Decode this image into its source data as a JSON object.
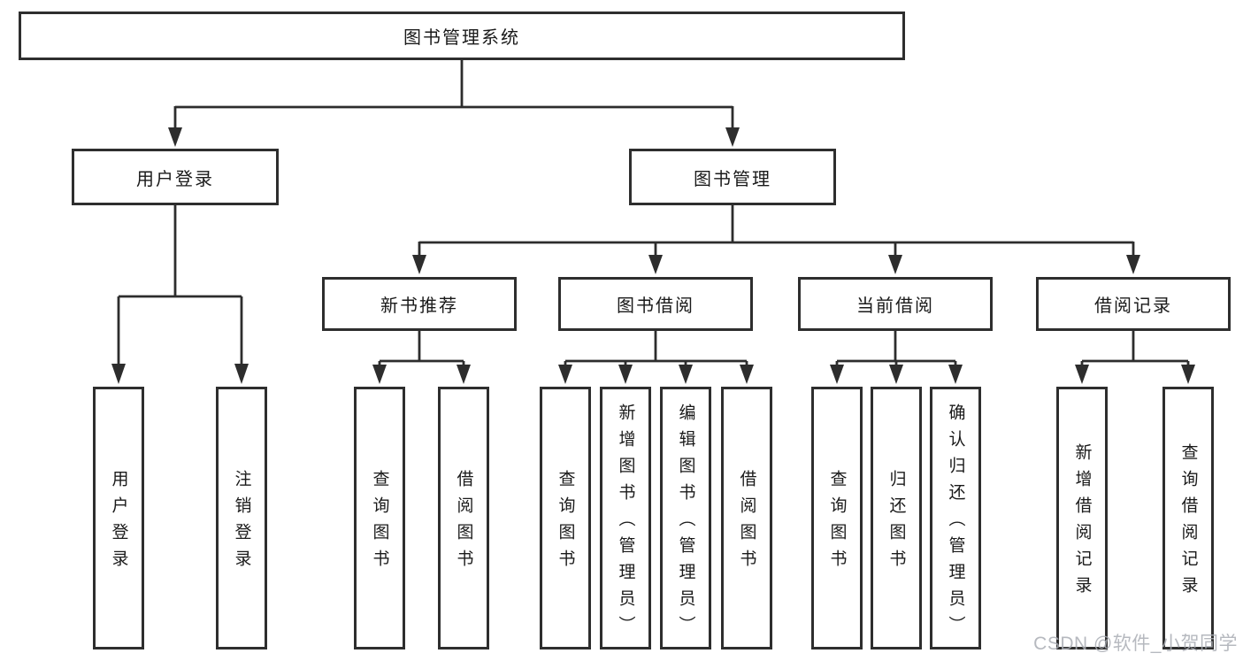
{
  "colors": {
    "line": "#2d2d2d",
    "box_border": "#2e2e2e",
    "text": "#1a1a1a",
    "watermark": "#aaadb4",
    "background": "#ffffff"
  },
  "tree": {
    "root": "图书管理系统",
    "branches": [
      {
        "label": "用户登录",
        "children": [
          "用户登录",
          "注销登录"
        ]
      },
      {
        "label": "图书管理",
        "sections": [
          {
            "label": "新书推荐",
            "children": [
              "查询图书",
              "借阅图书"
            ]
          },
          {
            "label": "图书借阅",
            "children": [
              "查询图书",
              "新增图书（管理员）",
              "编辑图书（管理员）",
              "借阅图书"
            ]
          },
          {
            "label": "当前借阅",
            "children": [
              "查询图书",
              "归还图书",
              "确认归还（管理员）"
            ]
          },
          {
            "label": "借阅记录",
            "children": [
              "新增借阅记录",
              "查询借阅记录"
            ]
          }
        ]
      }
    ]
  },
  "watermark": "CSDN @软件_小贺同学"
}
